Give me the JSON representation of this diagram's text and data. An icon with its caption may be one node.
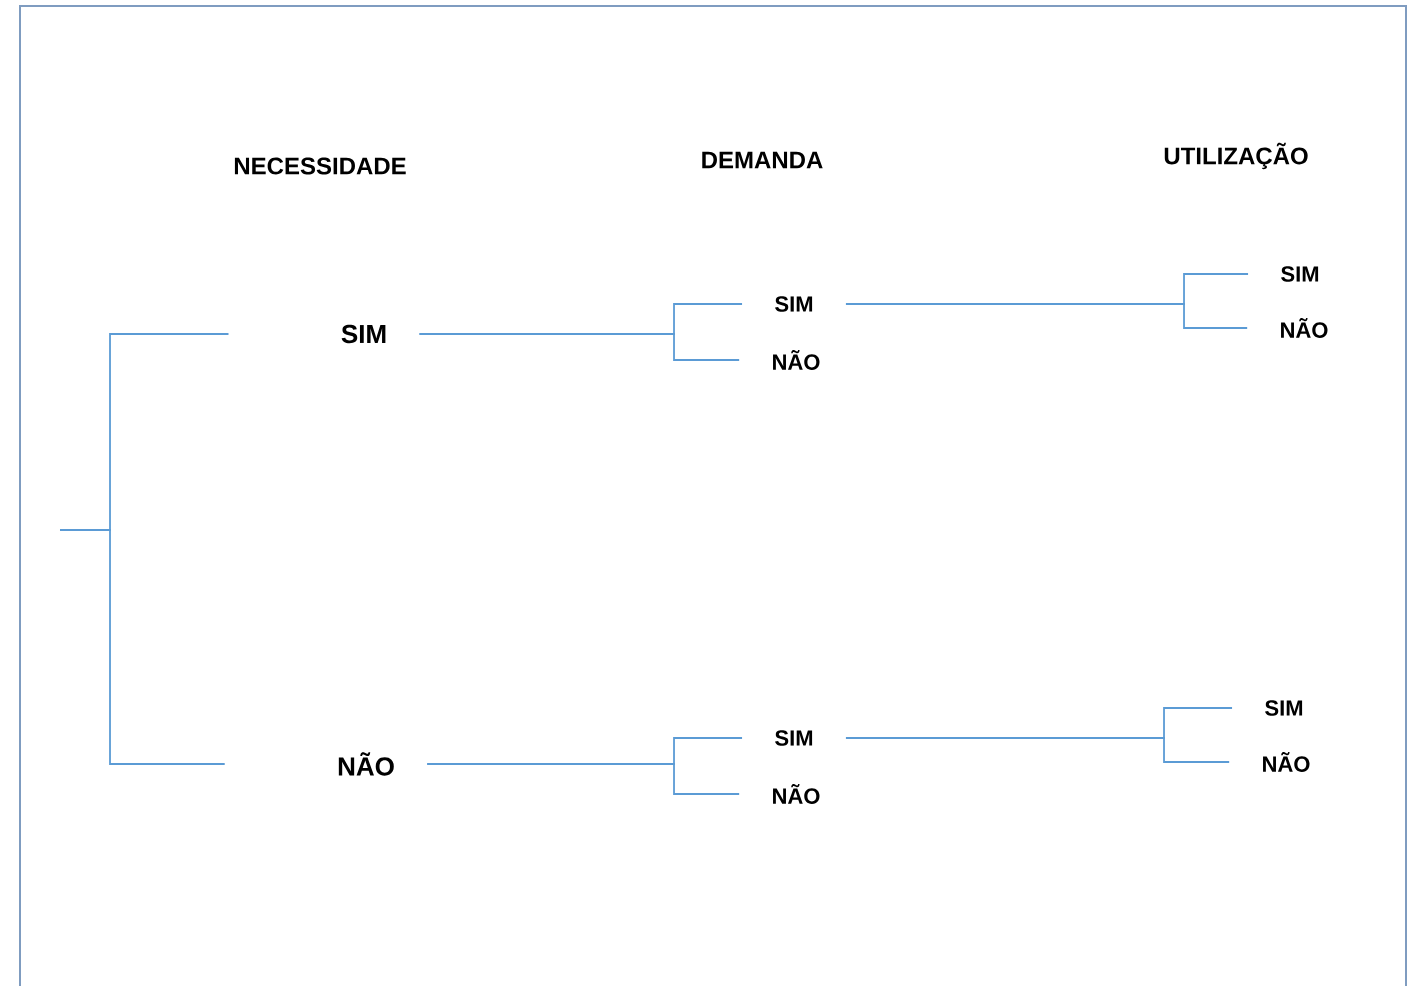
{
  "diagram": {
    "nodes": [
      {
        "text": [
          "SIM"
        ]
      },
      {
        "text": [
          "NÃO"
        ]
      },
      {
        "text": [
          "SIM"
        ]
      },
      {
        "text": [
          "NÃO"
        ]
      },
      {
        "text": [
          "SIM"
        ]
      },
      {
        "text": [
          "NÃO"
        ]
      },
      {
        "text": [
          "SIM"
        ]
      },
      {
        "text": [
          "NÃO"
        ]
      },
      {
        "text": [
          "SIM"
        ]
      },
      {
        "text": [
          "NÃO"
        ]
      }
    ],
    "edges": [
      {
        "from": null,
        "to": 0,
        "arrow": "none"
      },
      {
        "from": null,
        "to": 1,
        "arrow": "none"
      },
      {
        "from": 0,
        "to": 2,
        "arrow": "none"
      },
      {
        "from": 0,
        "to": 3,
        "arrow": "none"
      },
      {
        "from": 2,
        "to": 6,
        "arrow": "none"
      },
      {
        "from": 2,
        "to": 7,
        "arrow": "none"
      },
      {
        "from": 1,
        "to": 4,
        "arrow": "none"
      },
      {
        "from": 1,
        "to": 5,
        "arrow": "none"
      },
      {
        "from": 4,
        "to": 8,
        "arrow": "none"
      },
      {
        "from": 4,
        "to": 9,
        "arrow": "none"
      }
    ],
    "labels": [
      "NECESSIDADE",
      "DEMANDA",
      "UTILIZAÇÃO"
    ]
  }
}
